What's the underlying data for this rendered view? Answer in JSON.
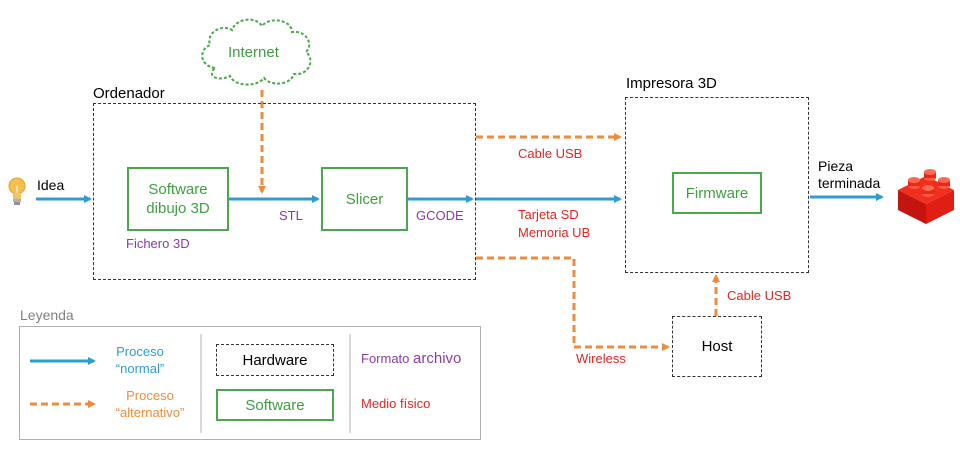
{
  "nodes": {
    "internet": "Internet",
    "ordenador": "Ordenador",
    "impresora": "Impresora 3D",
    "software": "Software\ndibujo 3D",
    "slicer": "Slicer",
    "firmware": "Firmware",
    "host": "Host",
    "idea": "Idea",
    "pieza": "Pieza\nterminada"
  },
  "labels": {
    "fichero": "Fichero 3D",
    "stl": "STL",
    "gcode": "GCODE",
    "cable_usb_top": "Cable USB",
    "tarjeta": "Tarjeta SD\nMemoria UB",
    "wireless": "Wireless",
    "cable_usb_host": "Cable USB"
  },
  "legend": {
    "title": "Leyenda",
    "normal": "Proceso\n“normal”",
    "alternativo": "Proceso\n“alternativo”",
    "hardware": "Hardware",
    "software": "Software",
    "formato_a": "Formato ",
    "formato_b": "archivo",
    "medio": "Medio físico"
  },
  "colors": {
    "blue": "#2f9bd6",
    "orange": "#f08a3c",
    "green": "#4aa84a",
    "red": "#e8231f",
    "purple": "#8b3aa8"
  },
  "icons": {
    "idea": "lightbulb-icon",
    "pieza": "red-lego-brick-icon"
  }
}
